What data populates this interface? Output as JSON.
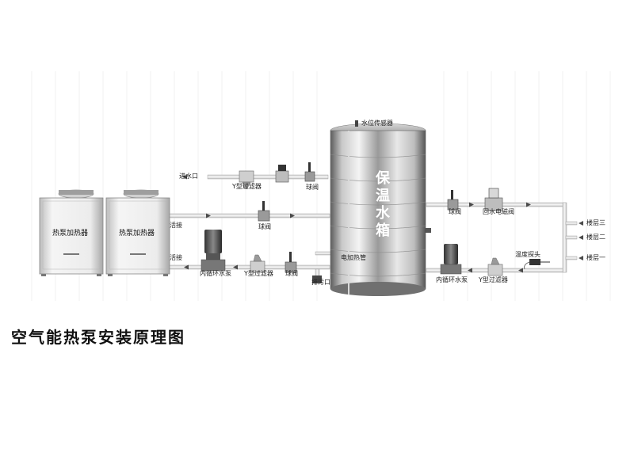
{
  "title": "空气能热泵安装原理图",
  "tank": {
    "label": "保温水箱",
    "sensor_label": "水位传感器",
    "heater_label": "电加热管",
    "drain_label": "排污口"
  },
  "heaters": [
    {
      "label": "热泵加热器"
    },
    {
      "label": "热泵加热器"
    }
  ],
  "left": {
    "inlet_label": "进水口",
    "inlet_filter_label": "Y型过滤器",
    "inlet_valve_label": "球阀",
    "union_top_label": "活接",
    "mid_valve_label": "球阀",
    "union_bottom_label": "活接",
    "pump_label": "内循环水泵",
    "filter_label": "Y型过滤器",
    "valve_label": "球阀"
  },
  "right": {
    "valve_label": "球阀",
    "return_valve_label": "回水电磁阀",
    "temp_probe_label": "温度探头",
    "pump_label": "内循环水泵",
    "filter_label": "Y型过滤器",
    "floors": [
      "楼层三",
      "楼层二",
      "楼层一"
    ]
  },
  "colors": {
    "pipe": "#e6e6e6",
    "pipe_edge": "#9a9a9a",
    "arrow": "#4a4a4a",
    "tank_light": "#f2f2f2",
    "tank_dark": "#6e6e6e"
  }
}
